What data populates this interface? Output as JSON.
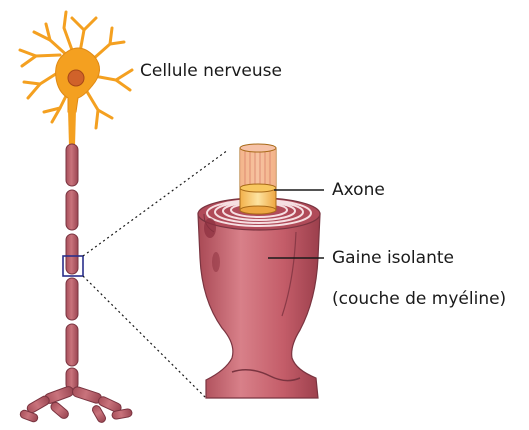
{
  "labels": {
    "cell": "Cellule nerveuse",
    "axon": "Axone",
    "sheath": "Gaine isolante",
    "myelin": "(couche de myéline)"
  },
  "colors": {
    "cell_body": "#f4a020",
    "nucleus": "#d0622a",
    "segment": "#b8606a",
    "axon_core": "#f8c760",
    "sheath": "#c35c6a",
    "zoom_box": "#2a2f8a",
    "leader": "#1a1a1a"
  }
}
